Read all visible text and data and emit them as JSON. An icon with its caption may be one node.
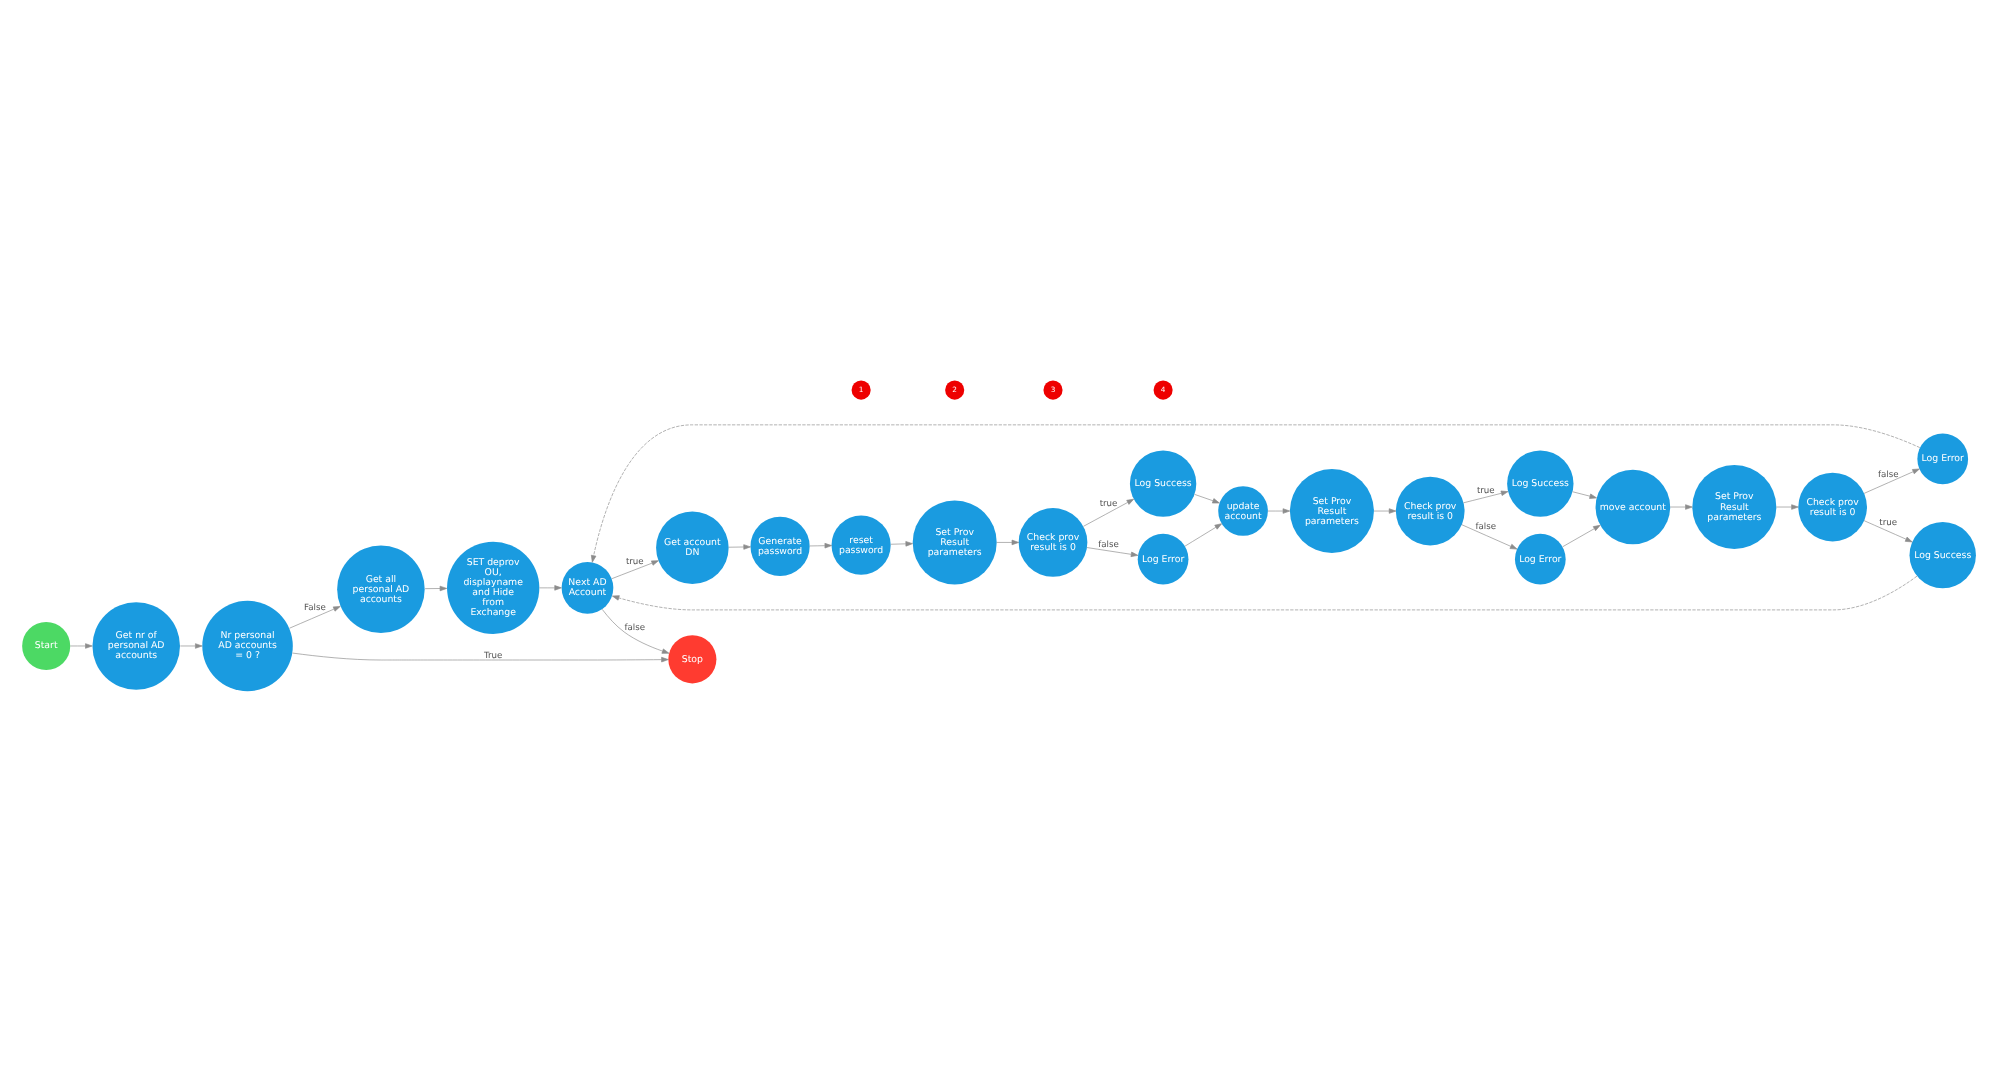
{
  "diagram": {
    "nodes": [
      {
        "text": [
          "Start"
        ]
      },
      {
        "text": [
          "Get all personal AD accounts"
        ]
      },
      {
        "text": [
          "SET deprov OU, displayname and Hide from Exchange"
        ]
      },
      {
        "text": [
          "Next AD Account"
        ]
      },
      {
        "text": [
          "Get account DN"
        ]
      },
      {
        "text": [
          "Generate password"
        ]
      },
      {
        "text": [
          "reset password"
        ]
      },
      {
        "text": [
          "Set Prov Result parameters"
        ]
      },
      {
        "text": [
          "Check prov result is 0"
        ]
      },
      {
        "text": [
          "Get nr of personal AD accounts"
        ]
      },
      {
        "text": [
          "Nr personal AD accounts = 0 ?"
        ]
      },
      {
        "text": [
          "Log Error"
        ]
      },
      {
        "text": [
          "Log Success"
        ]
      },
      {
        "text": [
          "Log Success"
        ]
      },
      {
        "text": [
          "Log Error"
        ]
      },
      {
        "text": [
          "update account"
        ]
      },
      {
        "text": [
          "Log Error"
        ]
      },
      {
        "text": [
          "Check prov result is 0"
        ]
      },
      {
        "text": [
          "Set Prov Result parameters"
        ]
      },
      {
        "text": [
          "move account"
        ]
      },
      {
        "text": [
          "Log Success"
        ]
      },
      {
        "text": [
          "Check prov result is 0"
        ]
      },
      {
        "text": [
          "Set Prov Result parameters"
        ]
      },
      {
        "text": [
          "Stop"
        ]
      }
    ],
    "edges": [
      {
        "from": 0,
        "to": 9,
        "arrow": "to"
      },
      {
        "from": 9,
        "to": 10,
        "arrow": "to"
      },
      {
        "from": 10,
        "to": 1,
        "arrow": "to",
        "label": "False"
      },
      {
        "from": 10,
        "to": 23,
        "arrow": "to",
        "label": "True"
      },
      {
        "from": 1,
        "to": 2,
        "arrow": "to"
      },
      {
        "from": 2,
        "to": 3,
        "arrow": "to"
      },
      {
        "from": 3,
        "to": 4,
        "arrow": "to",
        "label": "true"
      },
      {
        "from": 4,
        "to": 5,
        "arrow": "to"
      },
      {
        "from": 5,
        "to": 6,
        "arrow": "to"
      },
      {
        "from": 6,
        "to": 7,
        "arrow": "to"
      },
      {
        "from": 7,
        "to": 8,
        "arrow": "to"
      },
      {
        "from": 8,
        "to": 11,
        "arrow": "to",
        "label": "false"
      },
      {
        "from": 8,
        "to": 12,
        "arrow": "to",
        "label": "true"
      },
      {
        "from": 11,
        "to": 15,
        "arrow": "to"
      },
      {
        "from": 12,
        "to": 15,
        "arrow": "to"
      },
      {
        "from": 15,
        "to": 22,
        "arrow": "to"
      },
      {
        "from": 22,
        "to": 21,
        "arrow": "to"
      },
      {
        "from": 21,
        "to": 20,
        "arrow": "to",
        "label": "true"
      },
      {
        "from": 21,
        "to": 16,
        "arrow": "to",
        "label": "false"
      },
      {
        "from": 20,
        "to": 19,
        "arrow": "to"
      },
      {
        "from": 16,
        "to": 19,
        "arrow": "to"
      },
      {
        "from": 19,
        "to": 18,
        "arrow": "to"
      },
      {
        "from": 18,
        "to": 17,
        "arrow": "to"
      },
      {
        "from": 17,
        "to": 13,
        "arrow": "to",
        "label": "true"
      },
      {
        "from": 17,
        "to": 14,
        "arrow": "to",
        "label": "false"
      },
      {
        "from": 13,
        "to": 3,
        "arrow": "to",
        "style": "dashed"
      },
      {
        "from": 14,
        "to": 3,
        "arrow": "to",
        "style": "dashed"
      },
      {
        "from": 3,
        "to": 23,
        "arrow": "to",
        "label": "false"
      }
    ],
    "labels": [
      "1",
      "2",
      "3",
      "4"
    ]
  }
}
